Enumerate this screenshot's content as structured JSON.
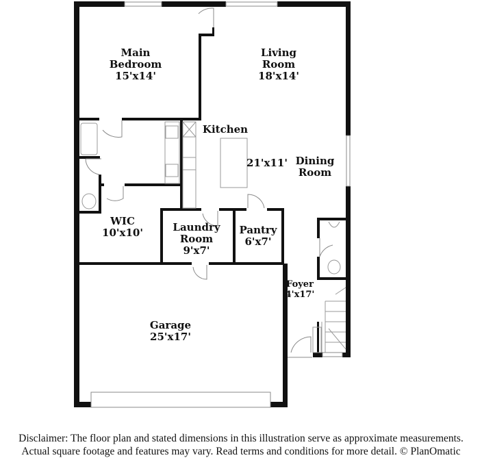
{
  "rooms": {
    "main_bedroom": {
      "name_line1": "Main",
      "name_line2": "Bedroom",
      "dims": "15'x14'"
    },
    "living_room": {
      "name_line1": "Living",
      "name_line2": "Room",
      "dims": "18'x14'"
    },
    "kitchen": {
      "name": "Kitchen",
      "dims": "21'x11'"
    },
    "dining_room": {
      "name_line1": "Dining",
      "name_line2": "Room"
    },
    "wic": {
      "name": "WIC",
      "dims": "10'x10'"
    },
    "laundry_room": {
      "name_line1": "Laundry",
      "name_line2": "Room",
      "dims": "9'x7'"
    },
    "pantry": {
      "name": "Pantry",
      "dims": "6'x7'"
    },
    "foyer": {
      "name": "Foyer",
      "dims": "4'x17'"
    },
    "garage": {
      "name": "Garage",
      "dims": "25'x17'"
    }
  },
  "disclaimer": {
    "line1": "Disclaimer: The floor plan and stated dimensions in this illustration serve as approximate measurements.",
    "line2": "Actual square footage and features may vary. Read terms and conditions for more detail. © PlanOmatic"
  },
  "colors": {
    "wall": "#111111",
    "fixture": "#999999"
  }
}
